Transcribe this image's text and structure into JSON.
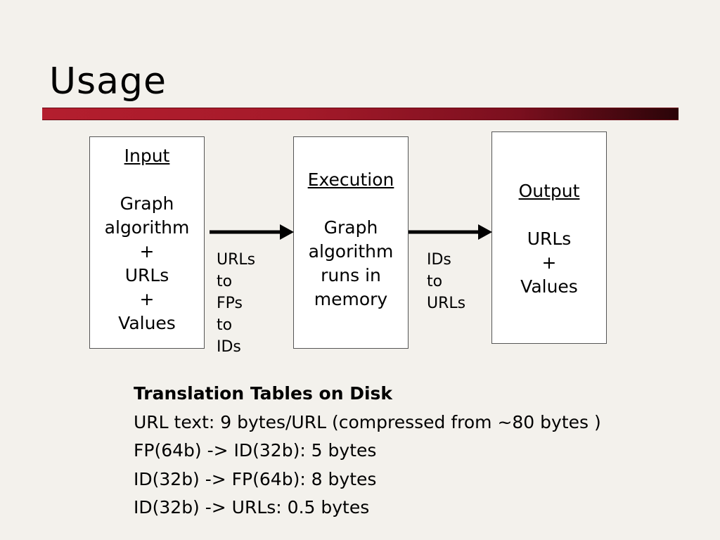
{
  "title": "Usage",
  "diagram": {
    "input_box": {
      "heading": "Input",
      "lines": [
        "Graph",
        "algorithm",
        "+",
        "URLs",
        "+",
        "Values"
      ]
    },
    "execution_box": {
      "heading": "Execution",
      "lines": [
        "Graph",
        "algorithm",
        "runs in",
        "memory"
      ]
    },
    "output_box": {
      "heading": "Output",
      "lines": [
        "URLs",
        "+",
        "Values"
      ]
    },
    "arrow_1_label": [
      "URLs",
      "to",
      "FPs",
      "to",
      "IDs"
    ],
    "arrow_2_label": [
      "IDs",
      "to",
      "URLs"
    ]
  },
  "translation_tables": {
    "heading": "Translation Tables on Disk",
    "lines": [
      "URL text: 9 bytes/URL (compressed from ~80 bytes )",
      "FP(64b) -> ID(32b): 5 bytes",
      "ID(32b) -> FP(64b): 8 bytes",
      "ID(32b) -> URLs: 0.5 bytes"
    ]
  }
}
